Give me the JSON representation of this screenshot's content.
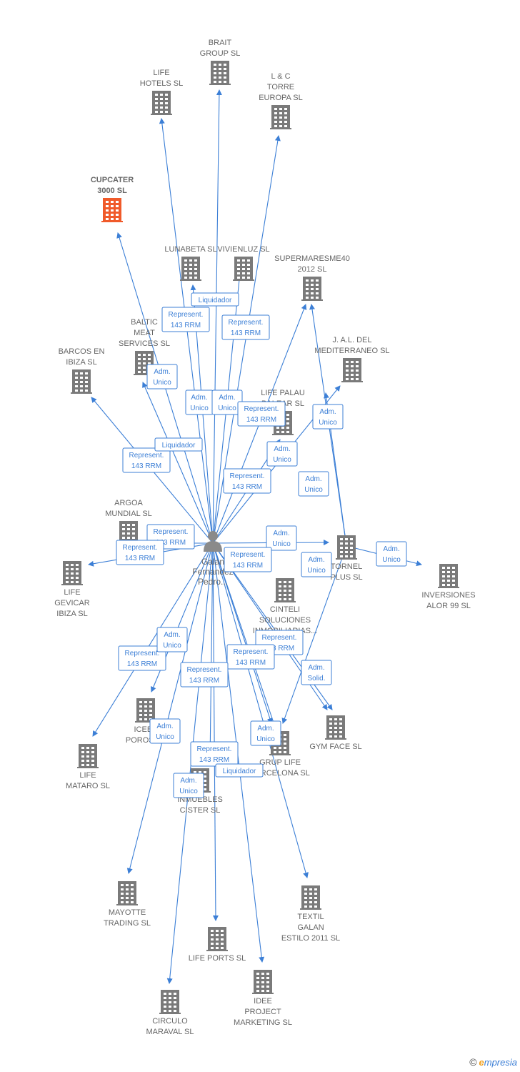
{
  "colors": {
    "edge": "#3c7fd6",
    "building": "#7a7a7a",
    "building_highlight": "#f05a2a",
    "person": "#8a8a8a",
    "label": "#666666"
  },
  "center": {
    "name_lines": [
      "Galan",
      "Fernandez",
      "Pedro..."
    ],
    "icon": "person-icon"
  },
  "companies": [
    {
      "id": "brait",
      "lines": [
        "BRAIT",
        "GROUP SL"
      ],
      "highlight": false
    },
    {
      "id": "lifehotels",
      "lines": [
        "LIFE",
        "HOTELS SL"
      ],
      "highlight": false
    },
    {
      "id": "lctorre",
      "lines": [
        "L & C",
        "TORRE",
        "EUROPA SL"
      ],
      "highlight": false
    },
    {
      "id": "cupcater",
      "lines": [
        "CUPCATER",
        "3000  SL"
      ],
      "highlight": true
    },
    {
      "id": "lunabeta",
      "lines": [
        "LUNABETA SL"
      ],
      "highlight": false
    },
    {
      "id": "vivienluz",
      "lines": [
        "VIVIENLUZ SL"
      ],
      "highlight": false
    },
    {
      "id": "supermar",
      "lines": [
        "SUPERMARESME40",
        "2012  SL"
      ],
      "highlight": false
    },
    {
      "id": "baltic",
      "lines": [
        "BALTIC",
        "MEAT",
        "SERVICES SL"
      ],
      "highlight": false
    },
    {
      "id": "jal",
      "lines": [
        "J. A.L. DEL",
        "MEDITERRANEO SL"
      ],
      "highlight": false
    },
    {
      "id": "barcos",
      "lines": [
        "BARCOS EN",
        "IBIZA SL"
      ],
      "highlight": false
    },
    {
      "id": "lifepalau",
      "lines": [
        "LIFE PALAU",
        "BALEAR  SL"
      ],
      "highlight": false
    },
    {
      "id": "argoa",
      "lines": [
        "ARGOA",
        "MUNDIAL SL"
      ],
      "highlight": false
    },
    {
      "id": "tornel",
      "lines": [
        "TORNEL",
        "PLUS SL"
      ],
      "highlight": false
    },
    {
      "id": "inversiones",
      "lines": [
        "INVERSIONES",
        "ALOR 99 SL"
      ],
      "highlight": false
    },
    {
      "id": "gevicar",
      "lines": [
        "LIFE",
        "GEVICAR",
        "IBIZA  SL"
      ],
      "highlight": false
    },
    {
      "id": "cinteli",
      "lines": [
        "CINTELI",
        "SOLUCIONES",
        "INMOBILIARIAS..."
      ],
      "highlight": false
    },
    {
      "id": "icebe",
      "lines": [
        "ICEBE",
        "POROS SL"
      ],
      "highlight": false
    },
    {
      "id": "gymface",
      "lines": [
        "GYM FACE  SL"
      ],
      "highlight": false
    },
    {
      "id": "lifemataro",
      "lines": [
        "LIFE",
        "MATARO  SL"
      ],
      "highlight": false
    },
    {
      "id": "gruplife",
      "lines": [
        "GRUP LIFE",
        "BARCELONA SL"
      ],
      "highlight": false
    },
    {
      "id": "inmuebles",
      "lines": [
        "INMUEBLES",
        "CISTER  SL"
      ],
      "highlight": false
    },
    {
      "id": "mayotte",
      "lines": [
        "MAYOTTE",
        "TRADING SL"
      ],
      "highlight": false
    },
    {
      "id": "textil",
      "lines": [
        "TEXTIL",
        "GALAN",
        "ESTILO 2011 SL"
      ],
      "highlight": false
    },
    {
      "id": "lifeports",
      "lines": [
        "LIFE PORTS SL"
      ],
      "highlight": false
    },
    {
      "id": "idee",
      "lines": [
        "IDEE",
        "PROJECT",
        "MARKETING SL"
      ],
      "highlight": false
    },
    {
      "id": "circulo",
      "lines": [
        "CIRCULO",
        "MARAVAL SL"
      ],
      "highlight": false
    }
  ],
  "relations": [
    {
      "from": "center",
      "to": "brait",
      "label": [
        "Liquidador"
      ]
    },
    {
      "from": "center",
      "to": "lifehotels",
      "label": [
        "Represent.",
        "143 RRM"
      ]
    },
    {
      "from": "center",
      "to": "lctorre",
      "label": [
        "Represent.",
        "143 RRM"
      ]
    },
    {
      "from": "center",
      "to": "cupcater",
      "label": [
        "Adm.",
        "Unico"
      ]
    },
    {
      "from": "center",
      "to": "lunabeta",
      "label": [
        "Adm.",
        "Unico"
      ]
    },
    {
      "from": "center",
      "to": "vivienluz",
      "label": [
        "Adm.",
        "Unico"
      ]
    },
    {
      "from": "center",
      "to": "supermar",
      "label": [
        "Represent.",
        "143 RRM"
      ]
    },
    {
      "from": "center",
      "to": "barcos",
      "label": [
        "Represent.",
        "143 RRM"
      ]
    },
    {
      "from": "center",
      "to": "baltic",
      "label": [
        "Liquidador"
      ]
    },
    {
      "from": "center",
      "to": "lifepalau",
      "label": [
        "Represent.",
        "143 RRM"
      ]
    },
    {
      "from": "center",
      "to": "jal",
      "label": [
        "Adm.",
        "Unico"
      ]
    },
    {
      "from": "center",
      "to": "argoa",
      "label": [
        "Represent.",
        "143 RRM"
      ]
    },
    {
      "from": "center",
      "to": "gevicar",
      "label": [
        "Represent.",
        "143 RRM"
      ]
    },
    {
      "from": "center",
      "to": "tornel",
      "label": [
        "Adm.",
        "Unico"
      ]
    },
    {
      "from": "tornel",
      "to": "supermar",
      "label": [
        "Adm.",
        "Unico"
      ]
    },
    {
      "from": "tornel",
      "to": "inversiones",
      "label": [
        "Adm.",
        "Unico"
      ]
    },
    {
      "from": "tornel",
      "to": "jal",
      "label": [
        "Adm.",
        "Unico"
      ]
    },
    {
      "from": "tornel",
      "to": "gruplife",
      "label": [
        "Adm.",
        "Unico"
      ]
    },
    {
      "from": "center",
      "to": "gymface",
      "label": [
        "Represent.",
        "143 RRM"
      ]
    },
    {
      "from": "center",
      "to": "cinteli",
      "label": [
        "Represent.",
        "143 RRM"
      ]
    },
    {
      "from": "center",
      "to": "lifemataro",
      "label": [
        "Represent.",
        "143 RRM"
      ]
    },
    {
      "from": "center",
      "to": "icebe",
      "label": [
        "Adm.",
        "Unico"
      ]
    },
    {
      "from": "center",
      "to": "inmuebles",
      "label": [
        "Represent.",
        "143 RRM"
      ]
    },
    {
      "from": "center",
      "to": "gruplife",
      "label": [
        "Represent.",
        "143 RRM"
      ]
    },
    {
      "from": "center",
      "to": "mayotte",
      "label": [
        "Adm.",
        "Unico"
      ]
    },
    {
      "from": "center",
      "to": "textil",
      "label": [
        "Adm.",
        "Unico"
      ]
    },
    {
      "from": "center",
      "to": "lifeports",
      "label": [
        "Represent.",
        "143 RRM"
      ]
    },
    {
      "from": "center",
      "to": "idee",
      "label": [
        "Liquidador"
      ]
    },
    {
      "from": "center",
      "to": "circulo",
      "label": [
        "Adm.",
        "Unico"
      ]
    },
    {
      "from": "center",
      "to": "gymface",
      "label": [
        "Adm.",
        "Solid."
      ]
    }
  ],
  "brand": {
    "copyright": "©",
    "e": "e",
    "rest": "mpresia"
  }
}
